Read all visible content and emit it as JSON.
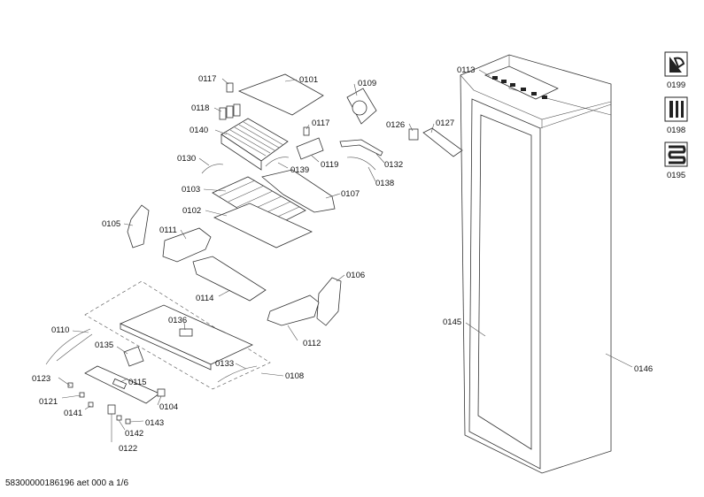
{
  "labels": {
    "l0117a": "0117",
    "l0101": "0101",
    "l0109": "0109",
    "l0118": "0118",
    "l0117b": "0117",
    "l0126": "0126",
    "l0127": "0127",
    "l0140": "0140",
    "l0113": "0113",
    "l0130": "0130",
    "l0139": "0139",
    "l0119": "0119",
    "l0132": "0132",
    "l0138": "0138",
    "l0103": "0103",
    "l0107": "0107",
    "l0102": "0102",
    "l0105": "0105",
    "l0111": "0111",
    "l0106": "0106",
    "l0114": "0114",
    "l0136": "0136",
    "l0145": "0145",
    "l0112": "0112",
    "l0110": "0110",
    "l0135": "0135",
    "l0133": "0133",
    "l0146": "0146",
    "l0108": "0108",
    "l0123": "0123",
    "l0115": "0115",
    "l0121": "0121",
    "l0104": "0104",
    "l0141": "0141",
    "l0143": "0143",
    "l0142": "0142",
    "l0122": "0122",
    "l0199": "0199",
    "l0198": "0198",
    "l0195": "0195"
  },
  "icons": [
    "wrench-icon",
    "tools-icon",
    "coil-icon"
  ],
  "footer": "58300000186196 aet 000 a 1/6"
}
